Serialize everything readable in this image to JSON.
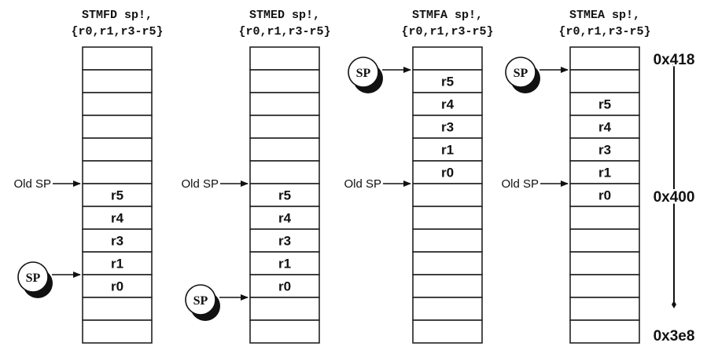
{
  "stacks": [
    {
      "title_line1": "STMFD sp!,",
      "title_line2": "{r0,r1,r3-r5}",
      "registers": [
        {
          "label": "r5",
          "slot": 6
        },
        {
          "label": "r4",
          "slot": 7
        },
        {
          "label": "r3",
          "slot": 8
        },
        {
          "label": "r1",
          "slot": 9
        },
        {
          "label": "r0",
          "slot": 10
        }
      ],
      "old_sp": {
        "label": "Old SP",
        "slot": 6
      },
      "sp": {
        "label": "SP",
        "slot": 10
      }
    },
    {
      "title_line1": "STMED sp!,",
      "title_line2": "{r0,r1,r3-r5}",
      "registers": [
        {
          "label": "r5",
          "slot": 6
        },
        {
          "label": "r4",
          "slot": 7
        },
        {
          "label": "r3",
          "slot": 8
        },
        {
          "label": "r1",
          "slot": 9
        },
        {
          "label": "r0",
          "slot": 10
        }
      ],
      "old_sp": {
        "label": "Old SP",
        "slot": 6
      },
      "sp": {
        "label": "SP",
        "slot": 11
      }
    },
    {
      "title_line1": "STMFA sp!,",
      "title_line2": "{r0,r1,r3-r5}",
      "registers": [
        {
          "label": "r5",
          "slot": 1
        },
        {
          "label": "r4",
          "slot": 2
        },
        {
          "label": "r3",
          "slot": 3
        },
        {
          "label": "r1",
          "slot": 4
        },
        {
          "label": "r0",
          "slot": 5
        }
      ],
      "old_sp": {
        "label": "Old SP",
        "slot": 6
      },
      "sp": {
        "label": "SP",
        "slot": 1
      }
    },
    {
      "title_line1": "STMEA sp!,",
      "title_line2": "{r0,r1,r3-r5}",
      "registers": [
        {
          "label": "r5",
          "slot": 2
        },
        {
          "label": "r4",
          "slot": 3
        },
        {
          "label": "r3",
          "slot": 4
        },
        {
          "label": "r1",
          "slot": 5
        },
        {
          "label": "r0",
          "slot": 6
        }
      ],
      "old_sp": {
        "label": "Old SP",
        "slot": 6
      },
      "sp": {
        "label": "SP",
        "slot": 1
      }
    }
  ],
  "addresses": [
    {
      "label": "0x418",
      "slot": 0
    },
    {
      "label": "0x400",
      "slot": 6
    },
    {
      "label": "0x3e8",
      "slot": 12
    }
  ]
}
